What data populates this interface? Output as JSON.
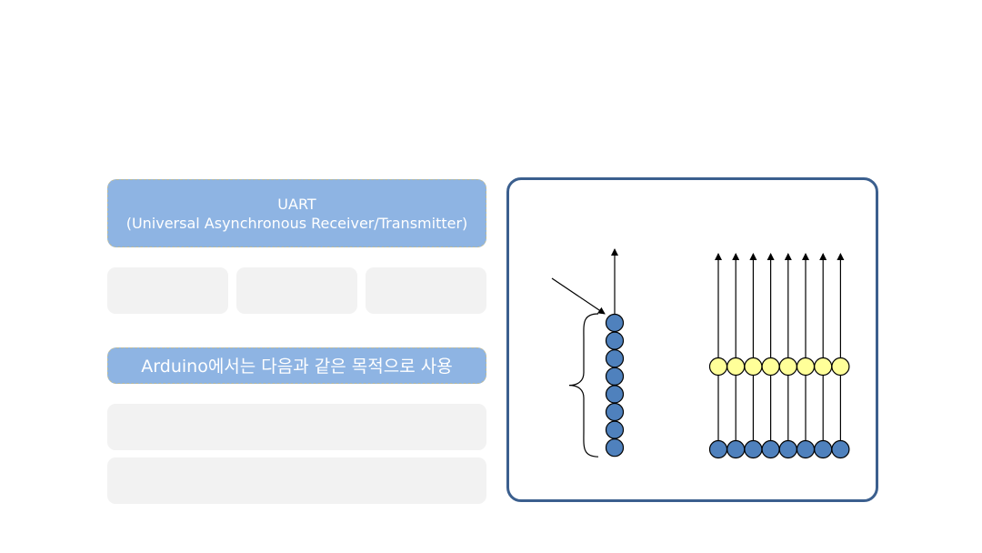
{
  "uart_banner": {
    "title": "UART",
    "subtitle": "(Universal Asynchronous Receiver/Transmitter)"
  },
  "arduino_banner": {
    "text": "Arduino에서는 다음과 같은 목적으로 사용"
  },
  "diagram": {
    "serial": {
      "bit_count": 8,
      "bit_color": "#4f81bd"
    },
    "parallel": {
      "line_count": 8,
      "top_row_color": "#ffff99",
      "bottom_row_color": "#4f81bd"
    }
  }
}
